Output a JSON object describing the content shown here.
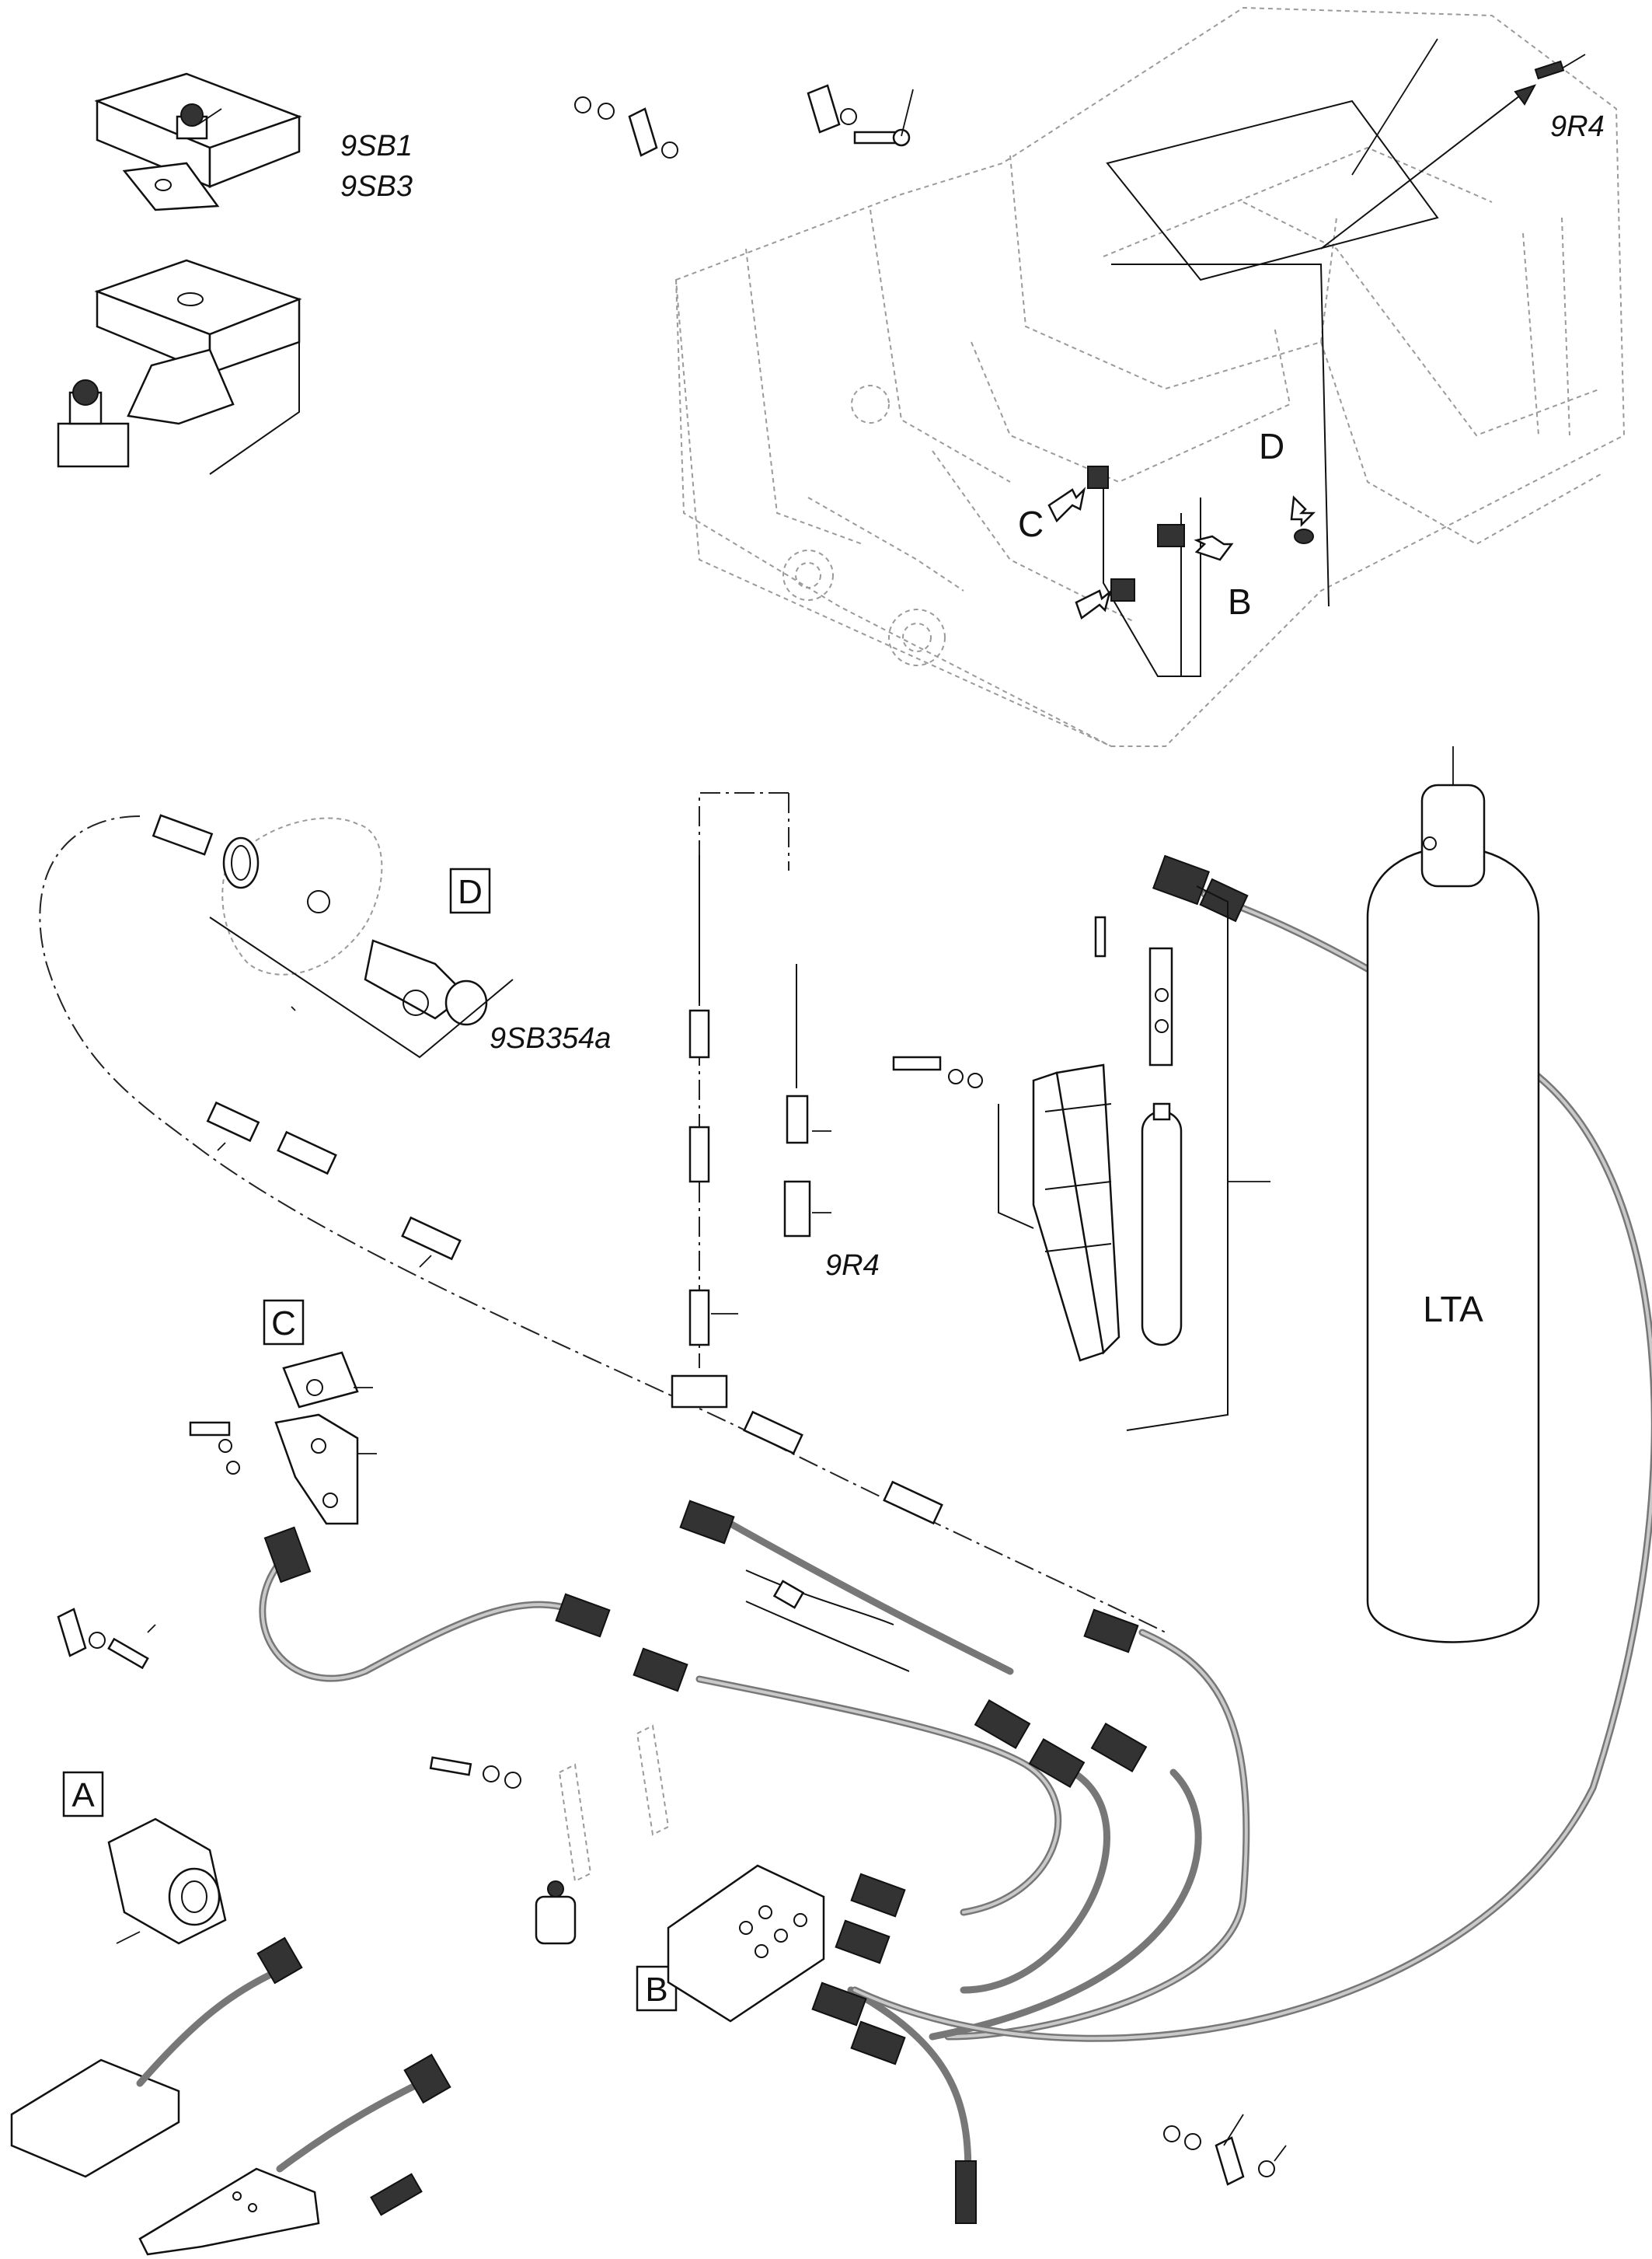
{
  "labels": {
    "sensor_9sb1": "9SB1",
    "sensor_9sb3": "9SB3",
    "sensor_9r4_top": "9R4",
    "sensor_9r4_mid": "9R4",
    "sensor_9sb354a": "9SB354a",
    "view_b": "B",
    "view_c": "C",
    "view_d": "D",
    "box_a": "A",
    "box_b": "B",
    "box_c": "C",
    "box_d": "D",
    "cylinder": "LTA"
  }
}
